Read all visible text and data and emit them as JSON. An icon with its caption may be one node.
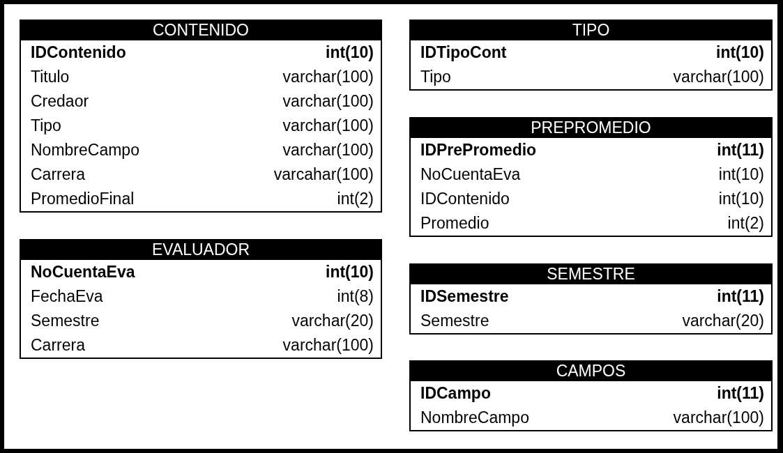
{
  "diagram": {
    "nodes": [
      {
        "text": [
          "CONTENIDO",
          "IDContenido",
          "int(10)",
          "Titulo",
          "varchar(100)",
          "Credaor",
          "varchar(100)",
          "Tipo",
          "varchar(100)",
          "NombreCampo",
          "varchar(100)",
          "Carrera",
          "varcahar(100)",
          "PromedioFinal",
          "int(2)"
        ]
      },
      {
        "text": [
          "TIPO",
          "IDTipoCont",
          "int(10)",
          "Tipo",
          "varchar(100)"
        ]
      },
      {
        "text": [
          "PREPROMEDIO",
          "IDPrePromedio",
          "int(11)",
          "NoCuentaEva",
          "int(10)",
          "IDContenido",
          "int(10)",
          "Promedio",
          "int(2)"
        ]
      },
      {
        "text": [
          "EVALUADOR",
          "NoCuentaEva",
          "int(10)",
          "FechaEva",
          "int(8)",
          "Semestre",
          "varchar(20)",
          "Carrera",
          "varchar(100)"
        ]
      },
      {
        "text": [
          "SEMESTRE",
          "IDSemestre",
          "int(11)",
          "Semestre",
          "varchar(20)"
        ]
      },
      {
        "text": [
          "CAMPOS",
          "IDCampo",
          "int(11)",
          "NombreCampo",
          "varchar(100)"
        ]
      }
    ]
  }
}
